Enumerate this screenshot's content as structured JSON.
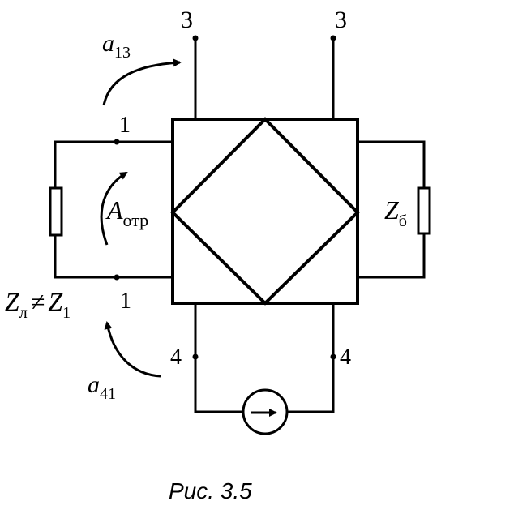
{
  "figure": {
    "caption": "Рис. 3.5",
    "ports": {
      "top_left": "3",
      "top_right": "3",
      "left_top": "1",
      "left_bottom": "1",
      "bottom_left": "4",
      "bottom_right": "4"
    },
    "wave_a13": {
      "base": "a",
      "sub": "13"
    },
    "wave_a41": {
      "base": "a",
      "sub": "41"
    },
    "reflected": {
      "base": "A",
      "sub": "отр"
    },
    "load_condition": {
      "z_left": "Z",
      "z_left_sub": "л",
      "neq": "≠",
      "z_right": "Z",
      "z_right_sub": "1"
    },
    "balance_load": {
      "base": "Z",
      "sub": "б"
    }
  }
}
